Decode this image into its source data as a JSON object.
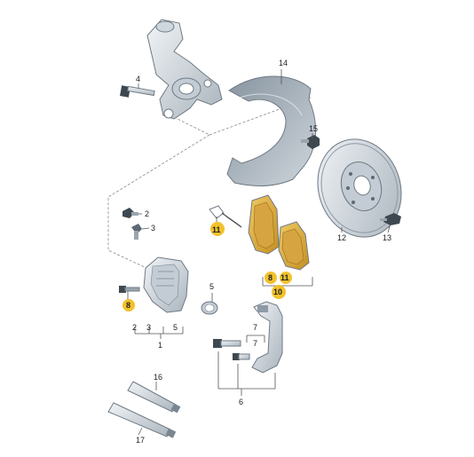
{
  "labels": {
    "l1": "1",
    "l2a": "2",
    "l2b": "2",
    "l3a": "3",
    "l3b": "3",
    "l4": "4",
    "l5a": "5",
    "l5b": "5",
    "l6": "6",
    "l7a": "7",
    "l7b": "7",
    "l8a": "8",
    "l8b": "8",
    "l10": "10",
    "l11a": "11",
    "l11b": "11",
    "l12": "12",
    "l13": "13",
    "l14": "14",
    "l15": "15",
    "l16": "16",
    "l17": "17"
  },
  "colors": {
    "part_fill": "#dfe5ea",
    "part_dark": "#8e9aa5",
    "highlight_fill": "#d9a93a",
    "highlight_badge": "#f2c22c",
    "lines": "#555555"
  }
}
